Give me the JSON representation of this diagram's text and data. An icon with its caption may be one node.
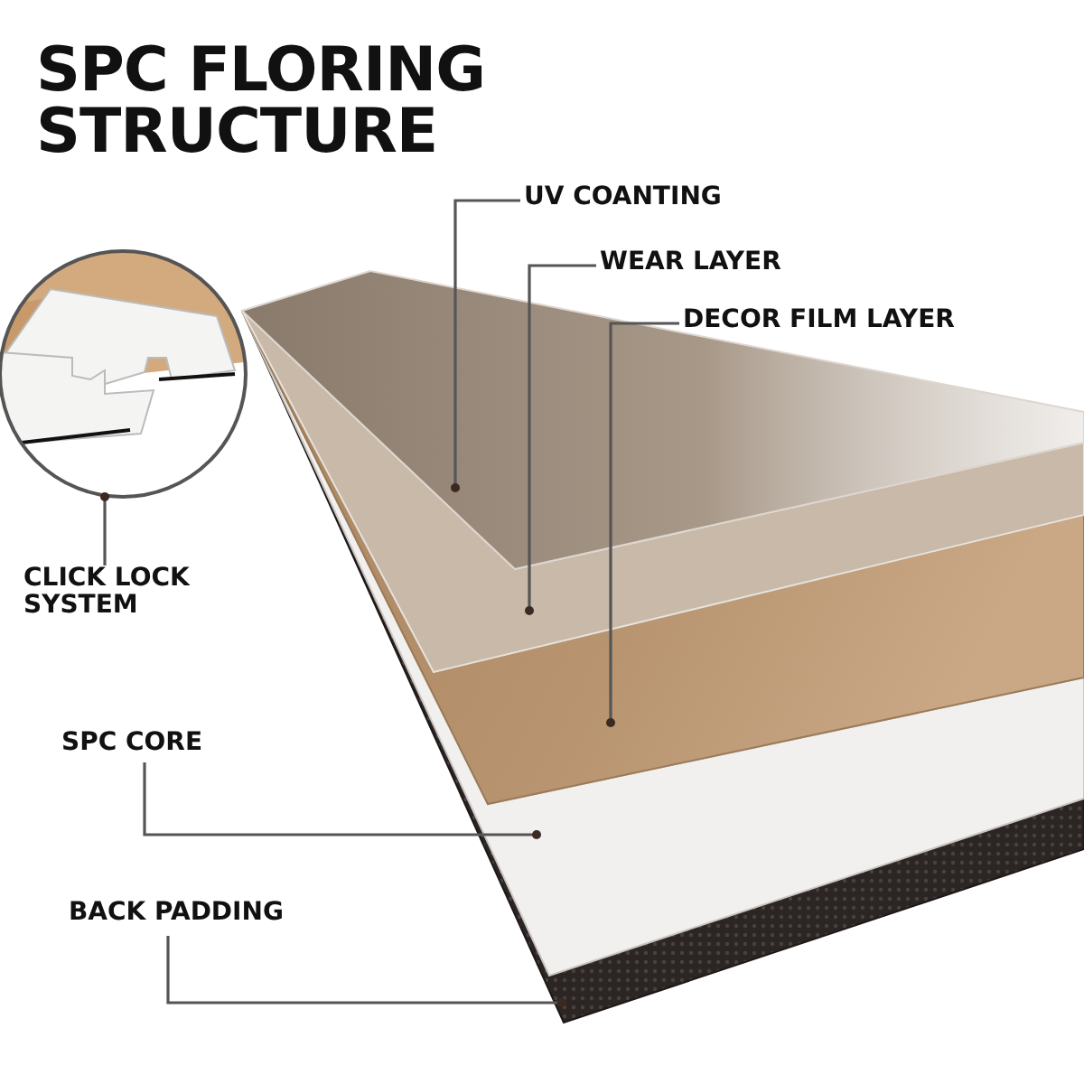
{
  "diagram": {
    "title": "SPC FLORING STRUCTURE",
    "nodes": [
      {
        "text": [
          "UV COANTING"
        ]
      },
      {
        "text": [
          "WEAR LAYER"
        ]
      },
      {
        "text": [
          "DECOR FILM LAYER"
        ]
      },
      {
        "text": [
          "CLICK LOCK SYSTEM"
        ]
      },
      {
        "text": [
          "SPC CORE"
        ]
      },
      {
        "text": [
          "BACK PADDING"
        ]
      },
      {
        "text": [],
        "shape": "picture"
      },
      {
        "text": [],
        "shape": "picture"
      },
      {
        "text": [],
        "shape": "picture"
      },
      {
        "text": [],
        "shape": "picture"
      },
      {
        "text": [],
        "shape": "picture"
      },
      {
        "text": [],
        "shape": "circle"
      }
    ],
    "edges": [
      {
        "from": 0,
        "to": 10,
        "arrow": "other"
      },
      {
        "from": 1,
        "to": 9,
        "arrow": "other"
      },
      {
        "from": 2,
        "to": 8,
        "arrow": "other"
      },
      {
        "from": 3,
        "to": 11,
        "arrow": "other"
      },
      {
        "from": 4,
        "to": 7,
        "arrow": "other"
      },
      {
        "from": 5,
        "to": 6,
        "arrow": "other"
      }
    ]
  }
}
